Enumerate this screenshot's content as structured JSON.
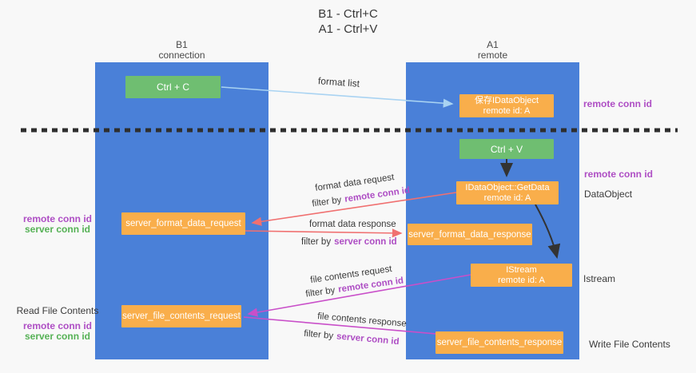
{
  "title": {
    "line1": "B1 - Ctrl+C",
    "line2": "A1 - Ctrl+V"
  },
  "lanes": {
    "left": {
      "title": "B1",
      "subtitle": "connection"
    },
    "right": {
      "title": "A1",
      "subtitle": "remote"
    }
  },
  "nodes": {
    "ctrl_c": {
      "label": "Ctrl + C"
    },
    "save_dataobject": {
      "line1": "保存IDataObject",
      "line2": "remote id: A"
    },
    "ctrl_v": {
      "label": "Ctrl + V"
    },
    "getdata": {
      "line1": "IDataObject::GetData",
      "line2": "remote id: A"
    },
    "server_format_data_request": {
      "label": "server_format_data_request"
    },
    "server_format_data_response": {
      "label": "server_format_data_response"
    },
    "istream": {
      "line1": "IStream",
      "line2": "remote id: A"
    },
    "server_file_contents_request": {
      "label": "server_file_contents_request"
    },
    "server_file_contents_response": {
      "label": "server_file_contents_response"
    }
  },
  "edge_labels": {
    "format_list": "format list",
    "format_data_request": "format data request",
    "format_data_response": "format data response",
    "file_contents_request": "file contents request",
    "file_contents_response": "file contents response"
  },
  "terms": {
    "filter_by": "filter by",
    "remote_conn_id": "remote conn id",
    "server_conn_id": "server conn id"
  },
  "side_labels": {
    "dataobject": "DataObject",
    "istream": "Istream",
    "read_file_contents": "Read File Contents",
    "write_file_contents": "Write File Contents"
  },
  "colors": {
    "lane_fill": "#4A80D8",
    "node_orange": "#F9AE4B",
    "node_green": "#6FBE71",
    "arrow_red": "#F07070",
    "arrow_magenta": "#C94FC9",
    "arrow_blue": "#A9D3F2",
    "arrow_black": "#333333",
    "dashed_line": "#2E2E2E",
    "text_purple": "#AE4EC4",
    "text_green": "#55B155"
  }
}
